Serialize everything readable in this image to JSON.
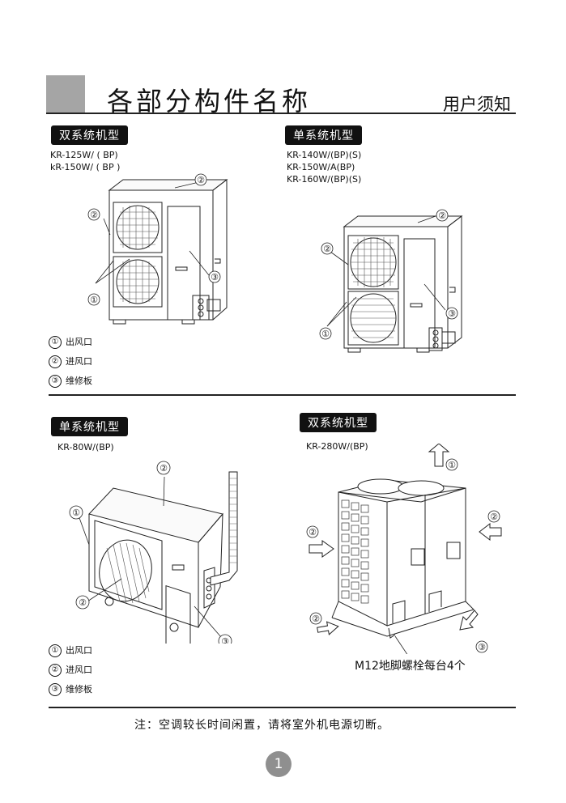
{
  "header": {
    "title": "各部分构件名称",
    "subtitle": "用户须知"
  },
  "sections": [
    {
      "tag": "双系统机型",
      "models": [
        "KR-125W/ ( BP)",
        "kR-150W/ ( BP )"
      ]
    },
    {
      "tag": "单系统机型",
      "models": [
        "KR-140W/(BP)(S)",
        "KR-150W/A(BP)",
        "KR-160W/(BP)(S)"
      ]
    },
    {
      "tag": "单系统机型",
      "models": [
        "KR-80W/(BP)"
      ]
    },
    {
      "tag": "双系统机型",
      "models": [
        "KR-280W/(BP)"
      ]
    }
  ],
  "legend": [
    {
      "num": "①",
      "label": "出风口"
    },
    {
      "num": "②",
      "label": "进风口"
    },
    {
      "num": "③",
      "label": "维修板"
    }
  ],
  "callouts": {
    "c1": "①",
    "c2": "②",
    "c3": "③"
  },
  "bolt_note": "M12地脚螺栓每台4个",
  "footer_note": "注：空调较长时间闲置，请将室外机电源切断。",
  "page_number": "1"
}
